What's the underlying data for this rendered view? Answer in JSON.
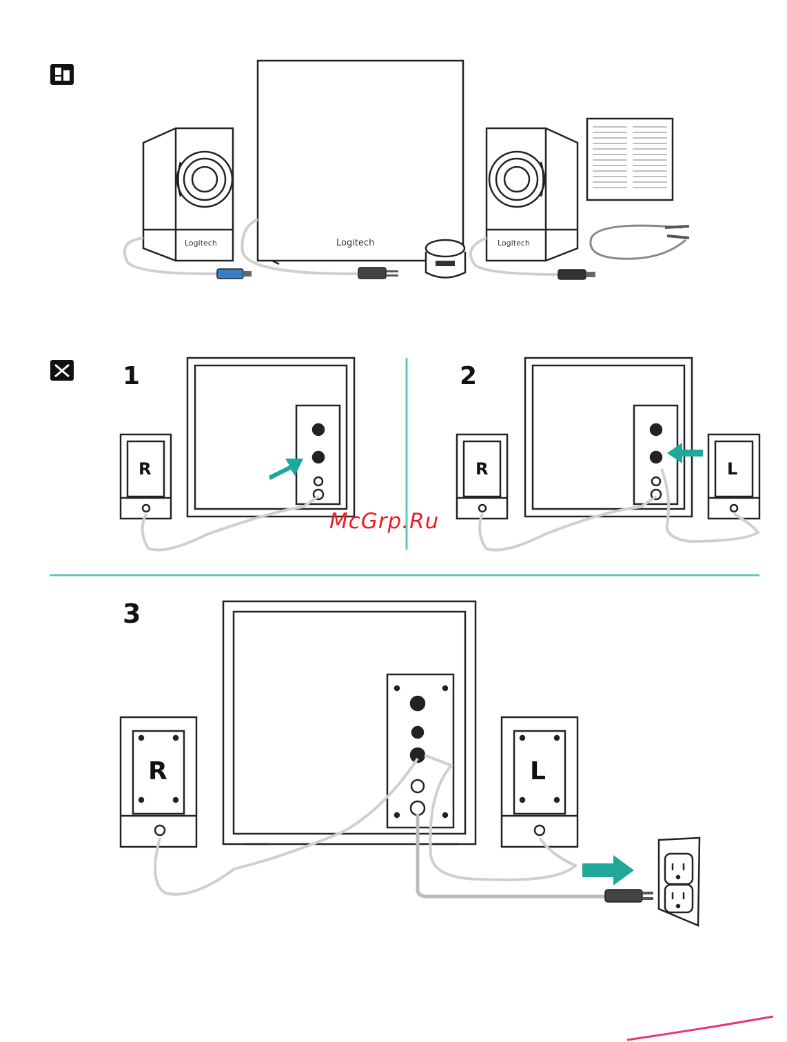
{
  "logo_text": "Logitech",
  "steps": {
    "step1": "1",
    "step2": "2",
    "step3": "3"
  },
  "speaker_labels": {
    "right": "R",
    "left": "L"
  },
  "watermark": "McGrp.Ru",
  "colors": {
    "accent": "#1fa89a",
    "divider": "#5cc8c2",
    "line": "#222222",
    "cable": "#cfcfcf",
    "blue_plug": "#3a7fc4",
    "corner_mark": "#e8337a"
  },
  "icons": {
    "box_contents": "box-contents-icon",
    "setup": "tools-icon"
  }
}
